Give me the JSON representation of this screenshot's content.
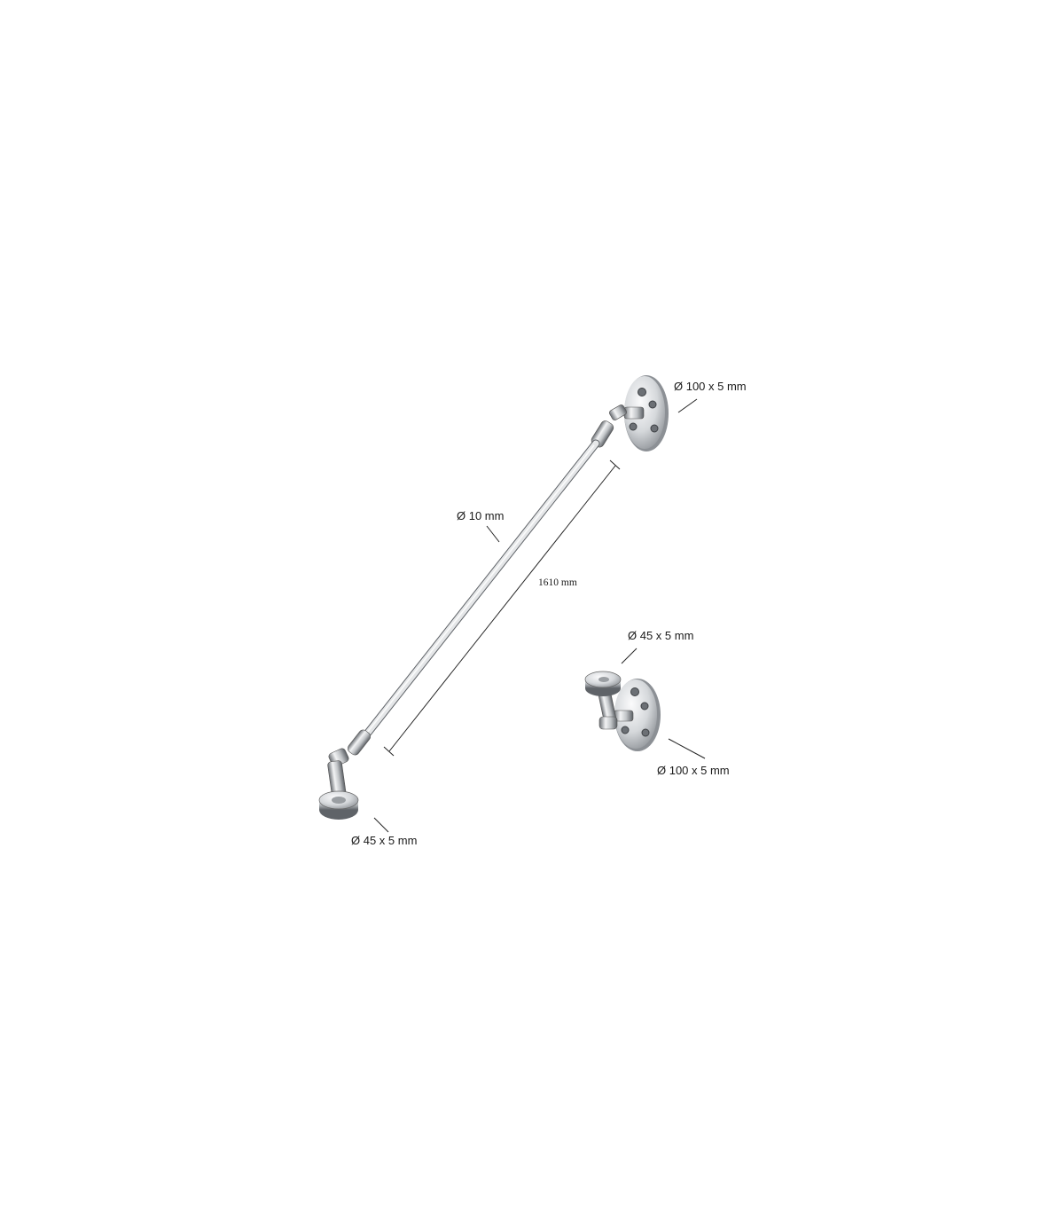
{
  "diagram": {
    "labels": {
      "top_plate": "Ø 100 x 5 mm",
      "rod": "Ø 10 mm",
      "length": "1610 mm",
      "bottom_disc": "Ø 45 x 5 mm",
      "detail_disc": "Ø 45 x 5 mm",
      "detail_plate": "Ø 100 x 5 mm"
    },
    "colors": {
      "chrome_dark": "#6f7378",
      "chrome_mid": "#b9bdc1",
      "chrome_light": "#f2f3f4",
      "line": "#222222",
      "background": "#ffffff"
    }
  }
}
